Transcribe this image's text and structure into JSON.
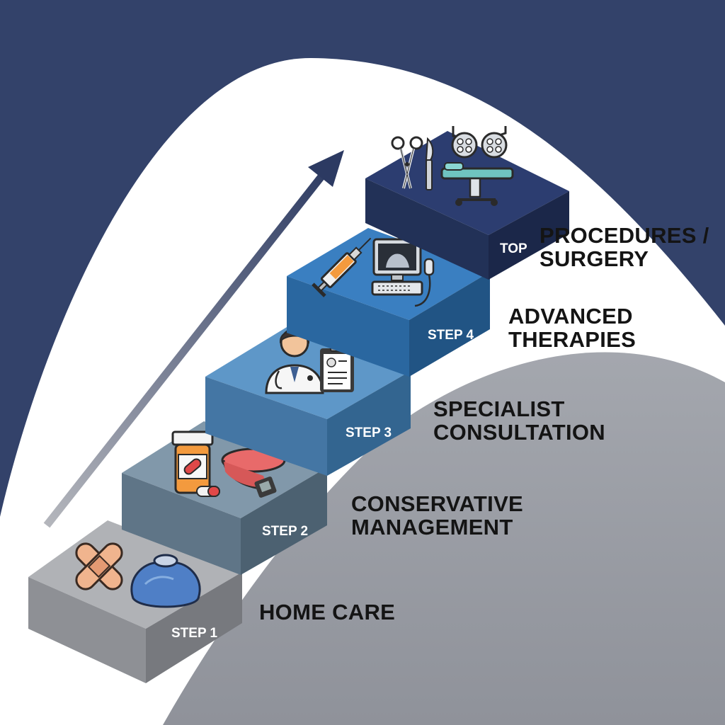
{
  "colors": {
    "background_dark": "#33426a",
    "background_white": "#ffffff",
    "background_gray": "#9a9da6",
    "arrow_start": "#b4b6bc",
    "arrow_end": "#2c3a62",
    "step1": "#9c9ea3",
    "step2": "#6d8396",
    "step3": "#4d84b7",
    "step4": "#2e6fb0",
    "top": "#2a3a6a",
    "label_text": "#141414",
    "tag_text": "#ffffff"
  },
  "steps": [
    {
      "tag": "STEP 1",
      "label_lines": [
        "HOME CARE"
      ],
      "icons": [
        "bandage-icon",
        "ice-pack-icon"
      ]
    },
    {
      "tag": "STEP 2",
      "label_lines": [
        "CONSERVATIVE",
        "MANAGEMENT"
      ],
      "icons": [
        "pill-bottle-icon",
        "brace-strap-icon"
      ]
    },
    {
      "tag": "STEP 3",
      "label_lines": [
        "SPECIALIST",
        "CONSULTATION"
      ],
      "icons": [
        "doctor-icon",
        "clipboard-icon"
      ]
    },
    {
      "tag": "STEP 4",
      "label_lines": [
        "ADVANCED",
        "THERAPIES"
      ],
      "icons": [
        "syringe-icon",
        "ultrasound-machine-icon"
      ]
    },
    {
      "tag": "TOP",
      "label_lines": [
        "PROCEDURES /",
        "SURGERY"
      ],
      "icons": [
        "scissors-icon",
        "scalpel-icon",
        "surgical-lights-icon",
        "operating-table-icon"
      ]
    }
  ]
}
